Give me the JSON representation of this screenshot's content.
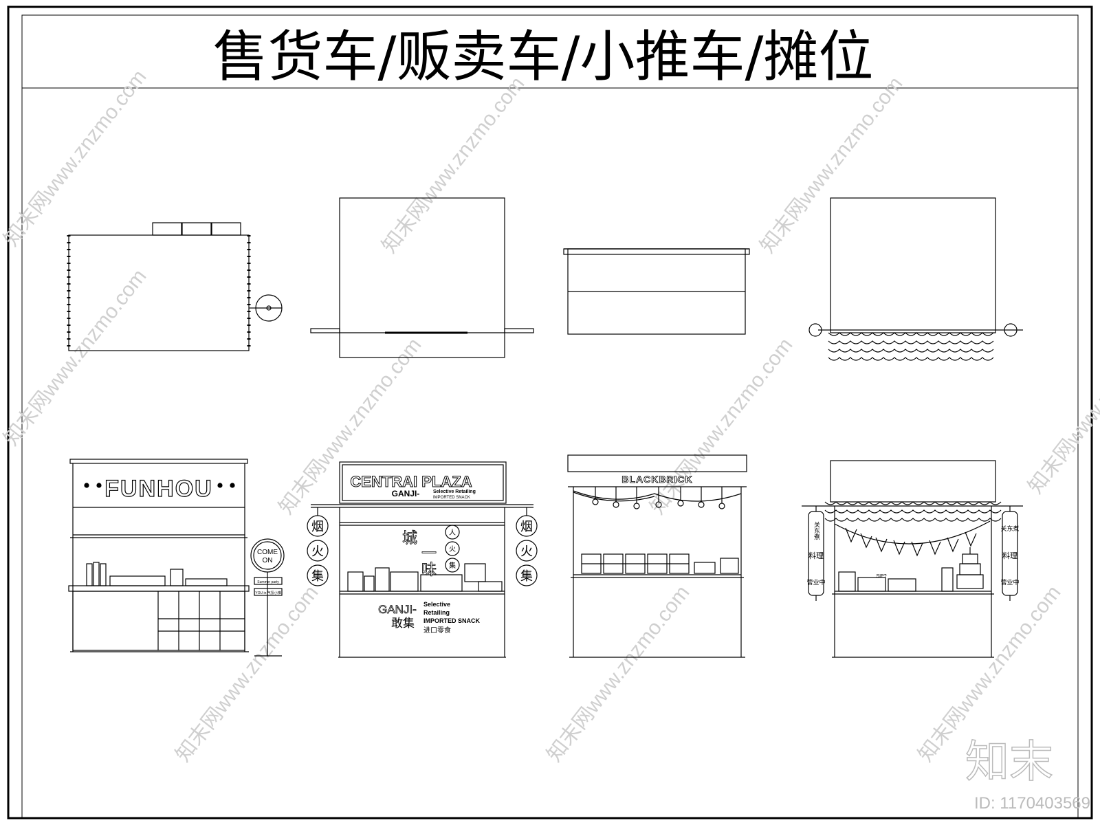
{
  "title": "售货车/贩卖车/小推车/摊位",
  "watermark": {
    "text": "知末网www.znzmo.com",
    "brand": "知末",
    "id_label": "ID: 1170403569"
  },
  "signs": {
    "funhou": "FUNHOU",
    "come": "COME",
    "on": "ON",
    "summer_party": "Summer party",
    "tag_small": "YOU in 气氛小推",
    "centrai_plaza": "CENTRAI PLAZA",
    "ganji_top": "GANJI-",
    "selective_retailing_top": "Selective Retailing",
    "imported_snack_top": "IMPORTED SNACK",
    "lantern_chars": [
      "烟",
      "火",
      "集"
    ],
    "board_chars": [
      "城",
      "一",
      "味"
    ],
    "round_chars": [
      "人",
      "火",
      "集"
    ],
    "ganji_bottom": "GANJI-",
    "ganji_cn": "敢集",
    "selective": "Selective",
    "retailing": "Retailing",
    "imported_snack_bottom": "IMPORTED SNACK",
    "import_cn": "进口零食",
    "blackbrick": "BLACKBRICK",
    "lantern_left": [
      "关东煮",
      "料理",
      "营业中"
    ],
    "lantern_right": [
      "关东煮",
      "料理",
      "营业中"
    ],
    "small_label": "SIP?"
  },
  "colors": {
    "line": "#000000",
    "watermark": "#c8c8c8",
    "background": "#ffffff"
  }
}
